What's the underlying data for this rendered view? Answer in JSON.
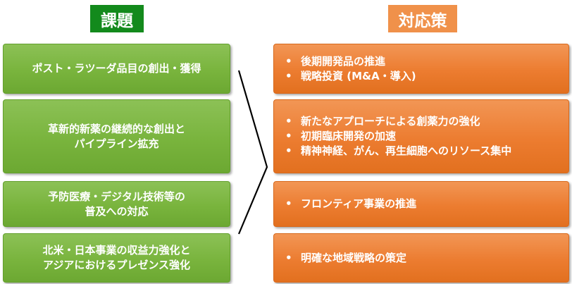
{
  "header": {
    "left_label": "課題",
    "right_label": "対応策"
  },
  "colors": {
    "header_left_bg": "#138a1c",
    "header_right_bg": "#f0914a",
    "green_box": "#79b43d",
    "orange_box": "#ec7c30",
    "arrow_stroke": "#000000"
  },
  "bullet_symbol": "•",
  "issues": [
    {
      "lines": [
        "ポスト・ラツーダ品目の創出・獲得"
      ]
    },
    {
      "lines": [
        "革新的新薬の継続的な創出と",
        "パイプライン拡充"
      ]
    },
    {
      "lines": [
        "予防医療・デジタル技術等の",
        "普及への対応"
      ]
    },
    {
      "lines": [
        "北米・日本事業の収益力強化と",
        "アジアにおけるプレゼンス強化"
      ]
    }
  ],
  "measures": [
    {
      "items": [
        "後期開発品の推進",
        "戦略投資 (M&A・導入)"
      ]
    },
    {
      "items": [
        "新たなアプローチによる創薬力の強化",
        "初期臨床開発の加速",
        "精神神経、がん、再生細胞へのリソース集中"
      ]
    },
    {
      "items": [
        "フロンティア事業の推進"
      ]
    },
    {
      "items": [
        "明確な地域戦略の策定"
      ]
    }
  ]
}
